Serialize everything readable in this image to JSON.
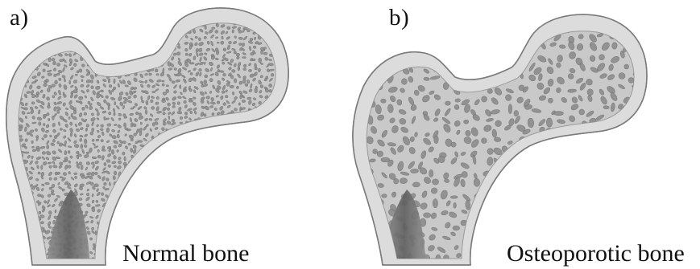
{
  "panels": [
    {
      "label": "a)",
      "caption": "Normal bone",
      "trabecular_density": "dense",
      "pore_scale": 0.75
    },
    {
      "label": "b)",
      "caption": "Osteoporotic bone",
      "trabecular_density": "sparse",
      "pore_scale": 1.45
    }
  ],
  "colors": {
    "cortical_fill": "#dcdcdc",
    "cortical_outline": "#8a8a8a",
    "trabecular_fill": "#c9c9c9",
    "pore_fill": "#8c8c8c",
    "pore_outline": "#6f6f6f",
    "marrow_dark": "#5e5e5e",
    "marrow_mid": "#8f8f8f"
  }
}
